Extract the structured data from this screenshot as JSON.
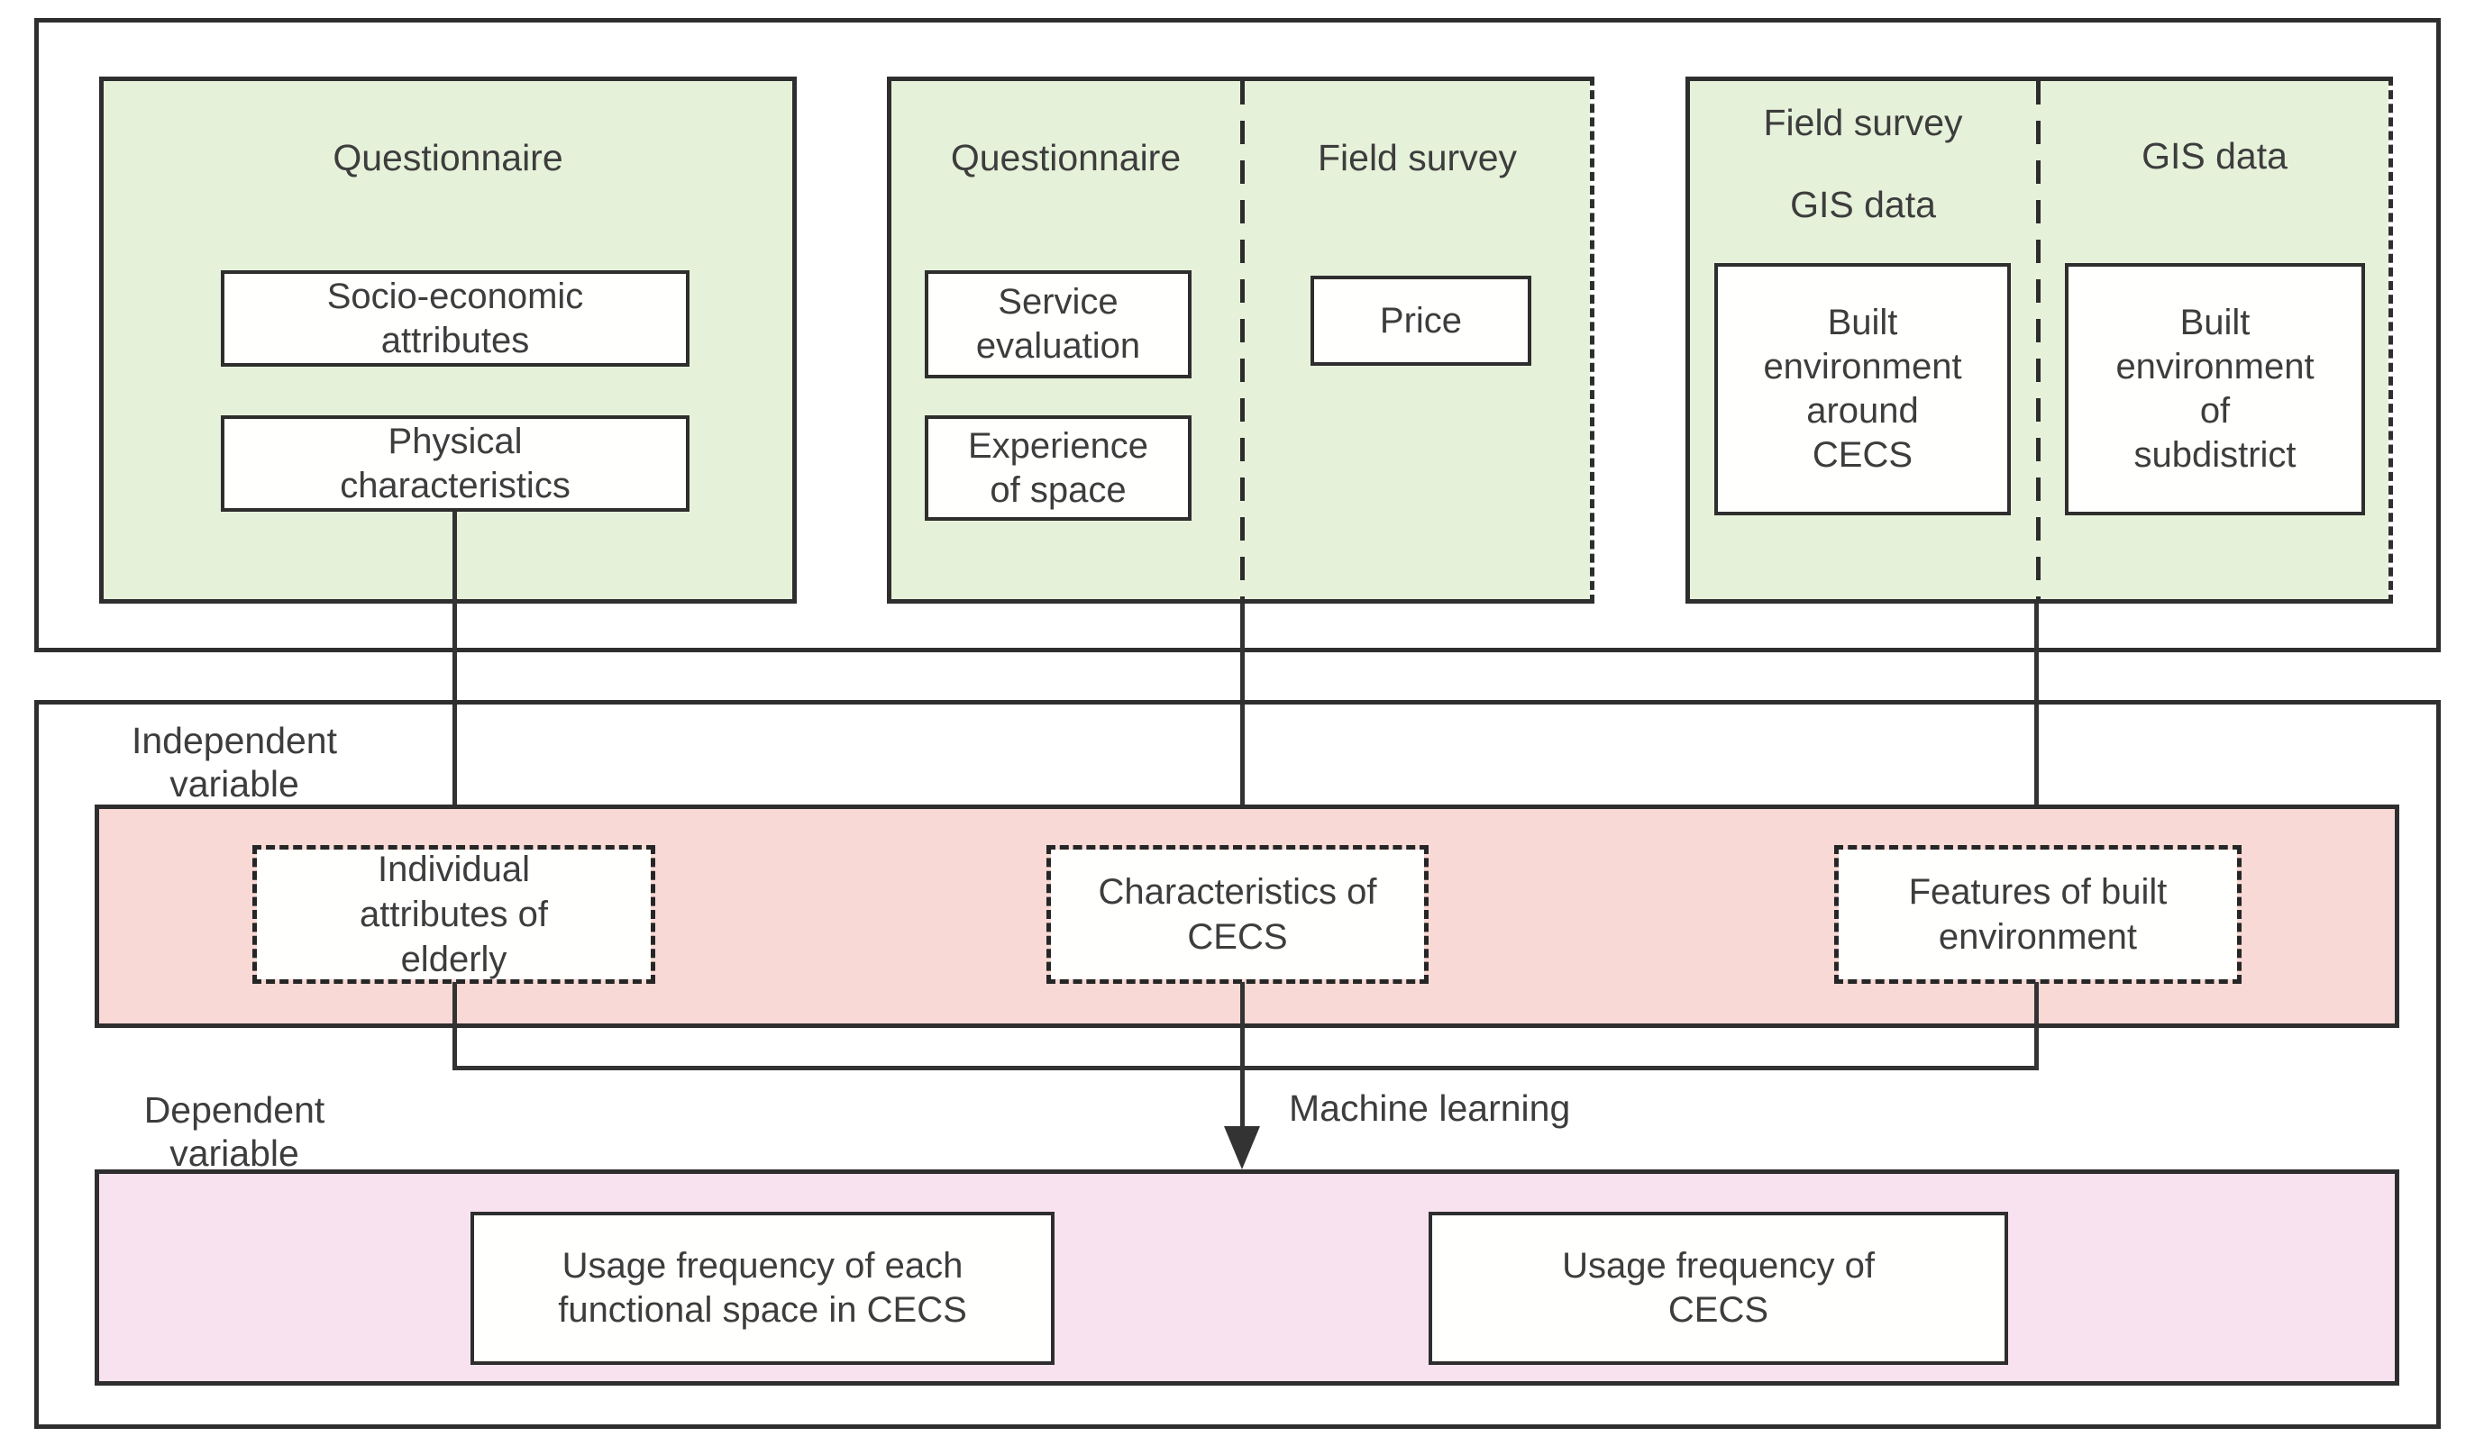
{
  "figure": {
    "top_row": {
      "box1": {
        "title": "Questionnaire",
        "items": [
          "Socio-economic\nattributes",
          "Physical\ncharacteristics"
        ]
      },
      "box2": {
        "left_title": "Questionnaire",
        "right_title": "Field survey",
        "left_items": [
          "Service\nevaluation",
          "Experience\nof space"
        ],
        "right_items": [
          "Price"
        ]
      },
      "box3": {
        "left_title": "Field survey\nGIS data",
        "right_title": "GIS data",
        "left_items": [
          "Built\nenvironment\naround\nCECS"
        ],
        "right_items": [
          "Built\nenvironment\nof\nsubdistrict"
        ]
      }
    },
    "independent": {
      "label": "Independent\nvariable",
      "items": [
        "Individual\nattributes of\nelderly",
        "Characteristics of\nCECS",
        "Features of built\nenvironment"
      ]
    },
    "machine_learning_label": "Machine learning",
    "dependent": {
      "label": "Dependent\nvariable",
      "items": [
        "Usage frequency of each\nfunctional space in CECS",
        "Usage frequency of\nCECS"
      ]
    },
    "colors": {
      "source_fill": "#e6f1da",
      "independent_fill": "#f9d9d5",
      "dependent_fill": "#f8e2f0",
      "line": "#2e2e2e",
      "text": "#3d3d3d"
    }
  }
}
